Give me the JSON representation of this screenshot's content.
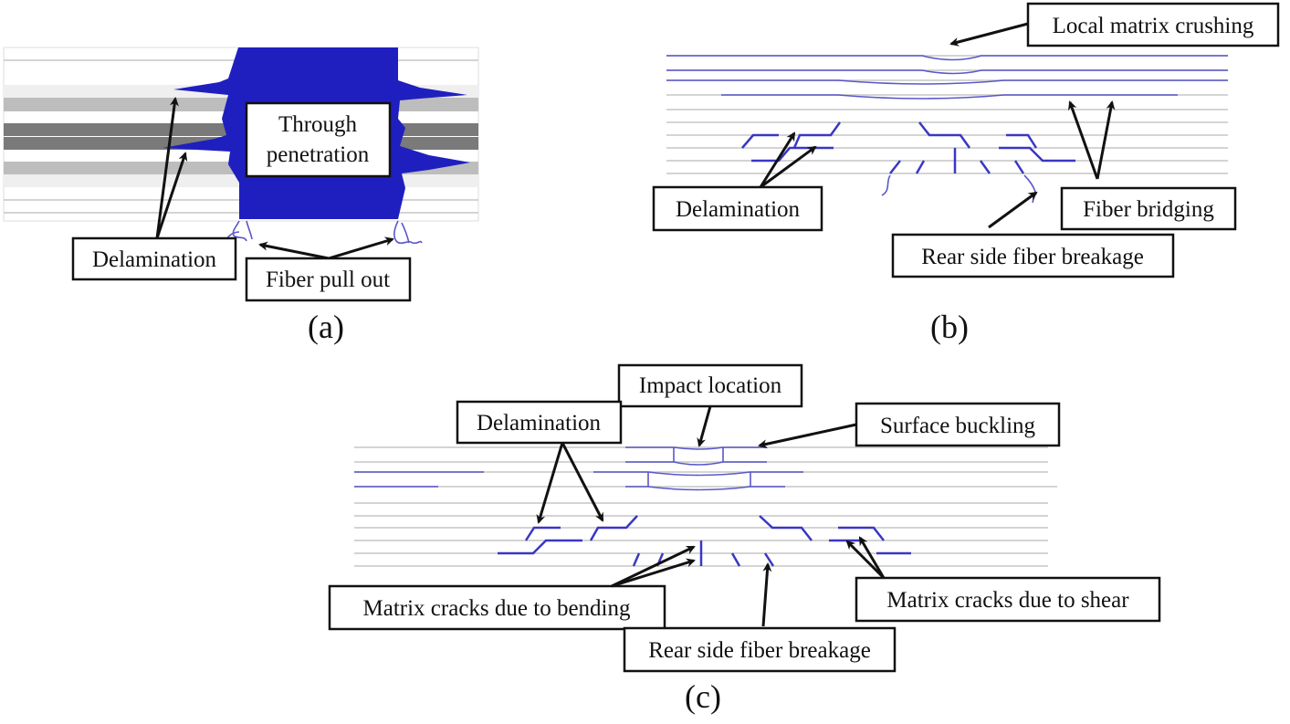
{
  "figure": {
    "panels": [
      {
        "id": "a",
        "caption": "(a)",
        "labels": {
          "through_penetration_line1": "Through",
          "through_penetration_line2": "penetration",
          "delamination": "Delamination",
          "fiber_pull_out": "Fiber pull out"
        }
      },
      {
        "id": "b",
        "caption": "(b)",
        "labels": {
          "local_matrix_crushing": "Local matrix crushing",
          "delamination": "Delamination",
          "fiber_bridging": "Fiber bridging",
          "rear_side_fiber_breakage": "Rear side fiber breakage"
        }
      },
      {
        "id": "c",
        "caption": "(c)",
        "labels": {
          "impact_location": "Impact location",
          "delamination": "Delamination",
          "surface_buckling": "Surface buckling",
          "matrix_cracks_bending": "Matrix cracks due to bending",
          "matrix_cracks_shear": "Matrix cracks due to shear",
          "rear_side_fiber_breakage": "Rear side fiber breakage"
        }
      }
    ],
    "colors": {
      "damage_blue": "#1f1fc0",
      "crack_blue": "#3a37c4",
      "ply_light": "#e6e6e6",
      "ply_mid": "#bdbdbd",
      "ply_dark": "#7a7a7a"
    }
  }
}
